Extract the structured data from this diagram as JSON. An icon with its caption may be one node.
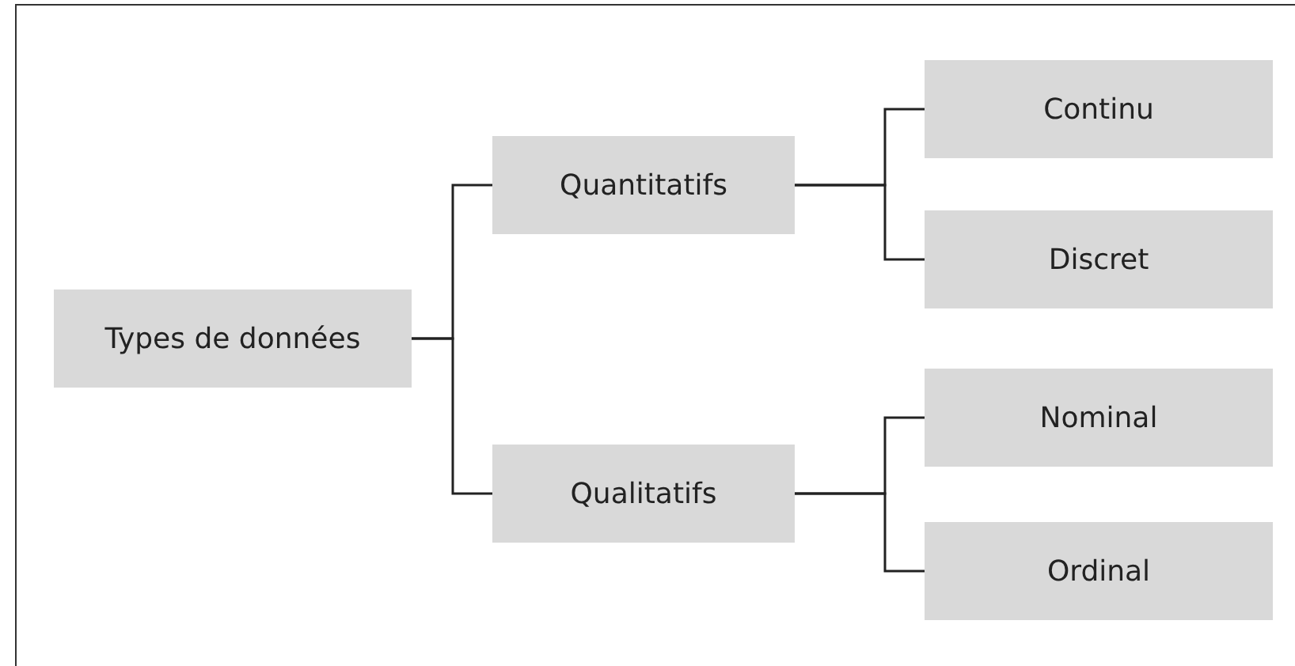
{
  "diagram": {
    "nodes": [
      {
        "text": [
          "Types de données"
        ]
      },
      {
        "text": [
          "Quantitatifs"
        ]
      },
      {
        "text": [
          "Continu"
        ]
      },
      {
        "text": [
          "Discret"
        ]
      },
      {
        "text": [
          "Qualitatifs"
        ]
      },
      {
        "text": [
          "Nominal"
        ]
      },
      {
        "text": [
          "Ordinal"
        ]
      }
    ],
    "edges": [
      {
        "from": 0,
        "to": 1,
        "arrow": "none"
      },
      {
        "from": 0,
        "to": 4,
        "arrow": "none"
      },
      {
        "from": 1,
        "to": 2,
        "arrow": "none"
      },
      {
        "from": 1,
        "to": 3,
        "arrow": "none"
      },
      {
        "from": 4,
        "to": 5,
        "arrow": "none"
      },
      {
        "from": 4,
        "to": 6,
        "arrow": "none"
      }
    ]
  }
}
